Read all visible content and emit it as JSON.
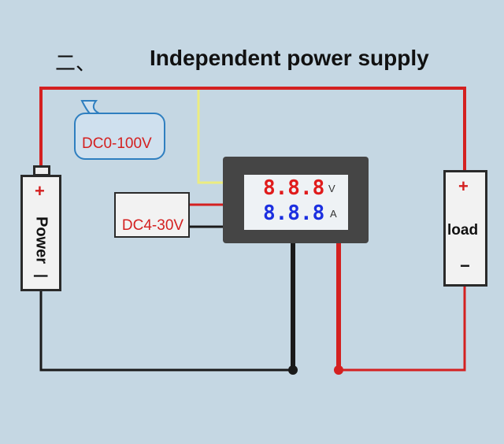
{
  "heading": {
    "number": "二、",
    "title": "Independent power supply"
  },
  "power_source": {
    "plus": "+",
    "label": "Power",
    "minus": "|"
  },
  "load": {
    "plus": "+",
    "label": "load",
    "minus": "−"
  },
  "measure_range": {
    "label": "DC0-100V"
  },
  "meter_supply": {
    "label": "DC4-30V"
  },
  "meter": {
    "voltage_digits": "8.8.8",
    "voltage_unit": "V",
    "current_digits": "8.8.8",
    "current_unit": "A"
  },
  "colors": {
    "background": "#c5d7e3",
    "positive_wire": "#d42020",
    "negative_wire": "#1a1a1a",
    "sense_wire": "#ecec80",
    "bubble_border": "#2f7fc0"
  }
}
